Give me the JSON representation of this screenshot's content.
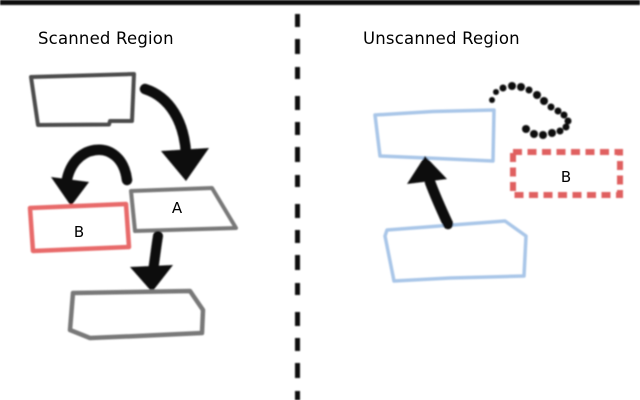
{
  "panels": {
    "left": {
      "title": "Scanned Region",
      "box_a_label": "A",
      "box_b_label": "B"
    },
    "right": {
      "title": "Unscanned Region",
      "box_b_label": "B"
    }
  },
  "colors": {
    "ink_black": "#0e0e0e",
    "box_gray": "#787878",
    "box_dark_gray": "#4b4b4b",
    "solid_red": "#e86a6a",
    "dashed_red": "#e06060",
    "sketch_blue": "#a9c6e8",
    "text_black": "#000000"
  }
}
